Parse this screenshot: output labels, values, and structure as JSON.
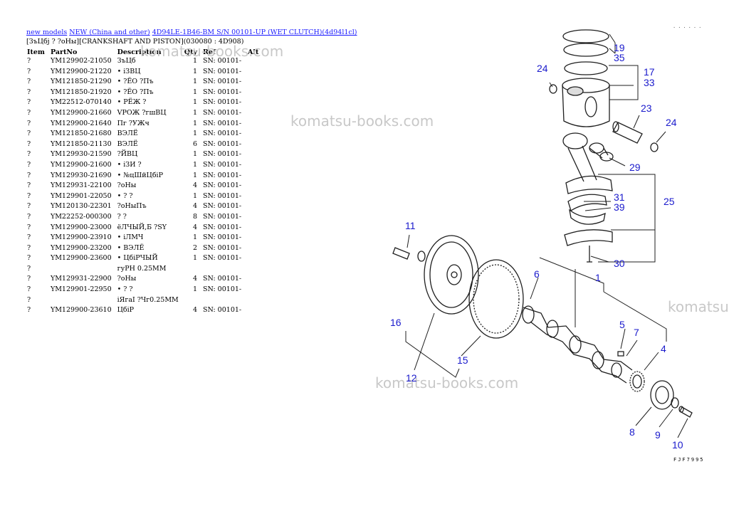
{
  "breadcrumb": {
    "link1": "new models",
    "link2": "NEW (China and other)",
    "link3": "4D94LE-1B46-BM S/N 00101-UP (WET CLUTCH)(4d94l1cl)"
  },
  "subtitle": "[ЗъЦбј ? ?оНы][CRANKSHAFT AND PISTON](030080 : 4D908)",
  "table": {
    "headers": [
      "Item",
      "PartNo",
      "Description",
      "Qty",
      "Ref",
      "Alt"
    ],
    "rows": [
      {
        "item": "?",
        "part": "YM129902-21050",
        "desc": "ЗъЦб",
        "qty": "1",
        "ref": "SN: 00101-"
      },
      {
        "item": "?",
        "part": "YM129900-21220",
        "desc": "• іЗВЦ",
        "qty": "1",
        "ref": "SN: 00101-"
      },
      {
        "item": "?",
        "part": "YM121850-21290",
        "desc": "• ?ЁО ?Пъ",
        "qty": "1",
        "ref": "SN: 00101-"
      },
      {
        "item": "?",
        "part": "YM121850-21920",
        "desc": "• ?ЁО ?Пъ",
        "qty": "1",
        "ref": "SN: 00101-"
      },
      {
        "item": "?",
        "part": "YM22512-070140",
        "desc": "• РЁЖ ?",
        "qty": "1",
        "ref": "SN: 00101-"
      },
      {
        "item": "?",
        "part": "YM129900-21660",
        "desc": "VРОЖ ?гшВЦ",
        "qty": "1",
        "ref": "SN: 00101-"
      },
      {
        "item": "?",
        "part": "YM129900-21640",
        "desc": "Пг ?УЖч",
        "qty": "1",
        "ref": "SN: 00101-"
      },
      {
        "item": "?",
        "part": "YM121850-21680",
        "desc": "ВЭЛЁ",
        "qty": "1",
        "ref": "SN: 00101-"
      },
      {
        "item": "?",
        "part": "YM121850-21130",
        "desc": "ВЭЛЁ",
        "qty": "6",
        "ref": "SN: 00101-"
      },
      {
        "item": "?",
        "part": "YM129930-21590",
        "desc": "?ЙВЦ",
        "qty": "1",
        "ref": "SN: 00101-"
      },
      {
        "item": "?",
        "part": "YM129900-21600",
        "desc": "• іЗИ ?",
        "qty": "1",
        "ref": "SN: 00101-"
      },
      {
        "item": "?",
        "part": "YM129930-21690",
        "desc": "• №цШйЦбіР",
        "qty": "1",
        "ref": "SN: 00101-"
      },
      {
        "item": "?",
        "part": "YM129931-22100",
        "desc": "?оНы",
        "qty": "4",
        "ref": "SN: 00101-"
      },
      {
        "item": "?",
        "part": "YM129901-22050",
        "desc": "• ? ?",
        "qty": "1",
        "ref": "SN: 00101-"
      },
      {
        "item": "?",
        "part": "YM120130-22301",
        "desc": "?оНыПъ",
        "qty": "4",
        "ref": "SN: 00101-"
      },
      {
        "item": "?",
        "part": "YM22252-000300",
        "desc": "? ?",
        "qty": "8",
        "ref": "SN: 00101-"
      },
      {
        "item": "?",
        "part": "YM129900-23000",
        "desc": "ёЛЧЫЙ,Б ?SY",
        "qty": "4",
        "ref": "SN: 00101-"
      },
      {
        "item": "?",
        "part": "YM129900-23910",
        "desc": "• іЛМЧ",
        "qty": "1",
        "ref": "SN: 00101-"
      },
      {
        "item": "?",
        "part": "YM129900-23200",
        "desc": "• ВЭЛЁ",
        "qty": "2",
        "ref": "SN: 00101-"
      },
      {
        "item": "?",
        "part": "YM129900-23600",
        "desc": "• ЦбіРЧЫЙ",
        "qty": "1",
        "ref": "SN: 00101-"
      },
      {
        "item": "?",
        "part": "",
        "desc": "гуРН 0.25MM",
        "qty": "",
        "ref": ""
      },
      {
        "item": "?",
        "part": "YM129931-22900",
        "desc": "?оНы",
        "qty": "4",
        "ref": "SN: 00101-"
      },
      {
        "item": "?",
        "part": "YM129901-22950",
        "desc": "• ? ?",
        "qty": "1",
        "ref": "SN: 00101-"
      },
      {
        "item": "?",
        "part": "",
        "desc": "іЯгаІ ?Чг0.25MM",
        "qty": "",
        "ref": ""
      },
      {
        "item": "?",
        "part": "YM129900-23610",
        "desc": "ЦбіР",
        "qty": "4",
        "ref": "SN: 00101-"
      }
    ]
  },
  "watermark": "komatsu-books.com",
  "watermark_partial": "komatsu",
  "diagram": {
    "callouts": [
      "19",
      "35",
      "17",
      "33",
      "24",
      "23",
      "24",
      "29",
      "31",
      "39",
      "25",
      "30",
      "11",
      "1",
      "6",
      "16",
      "12",
      "15",
      "5",
      "7",
      "4",
      "8",
      "9",
      "10"
    ],
    "code": "FJF7995",
    "top_marks": "......",
    "line_color": "#1f1f1f",
    "label_color": "#1a1acc"
  }
}
